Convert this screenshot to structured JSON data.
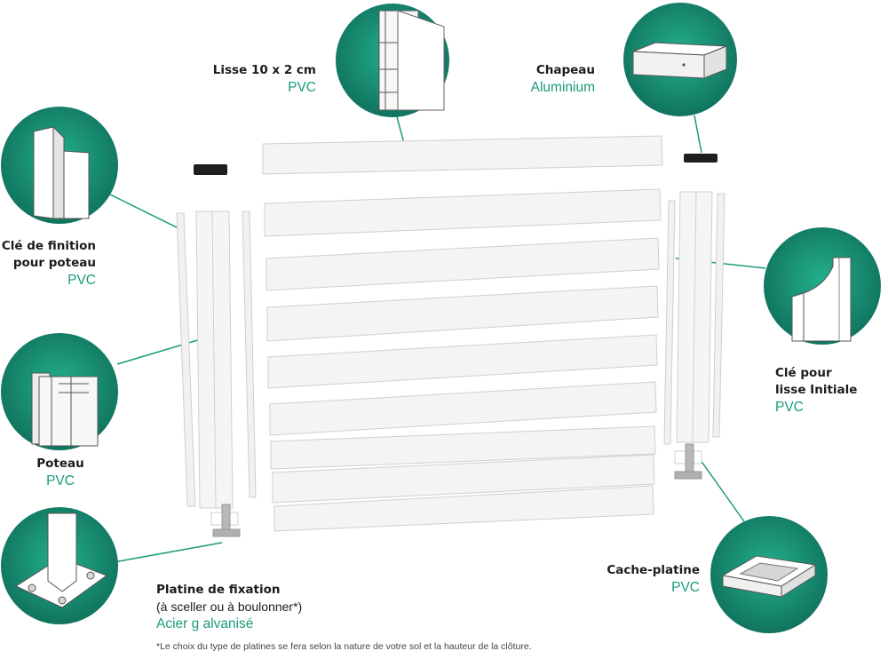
{
  "colors": {
    "accent": "#1a9a7c",
    "circle_dark": "#0f6e5a",
    "circle_light": "#23b08d",
    "panel": "#f4f4f4",
    "outline": "#cfcfcf"
  },
  "components": [
    {
      "id": "lisse",
      "name": "Lisse 10 x 2 cm",
      "material": "PVC"
    },
    {
      "id": "chapeau",
      "name": "Chapeau",
      "material": "Aluminium"
    },
    {
      "id": "cle-finition",
      "name_line1": "Clé de finition",
      "name_line2": "pour poteau",
      "material": "PVC"
    },
    {
      "id": "poteau",
      "name": "Poteau",
      "material": "PVC"
    },
    {
      "id": "cle-lisse",
      "name_line1": "Clé pour",
      "name_line2": "lisse Initiale",
      "material": "PVC"
    },
    {
      "id": "platine",
      "name": "Platine de fixation",
      "note": "(à sceller ou à boulonner*)",
      "material": "Acier g alvanisé"
    },
    {
      "id": "cache-platine",
      "name": "Cache-platine",
      "material": "PVC"
    }
  ],
  "footnote": "*Le choix du type de platines se fera selon la nature de votre sol et la hauteur de la clôture."
}
